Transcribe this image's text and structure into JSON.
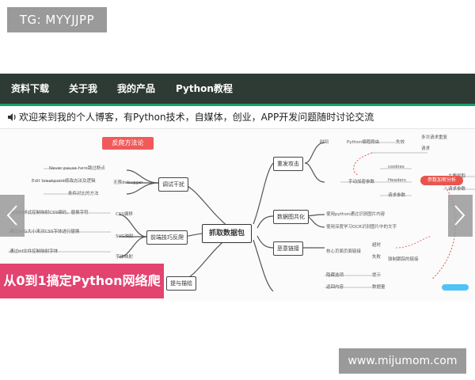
{
  "badges": {
    "tg": "TG: MYYJJPP",
    "url": "www.mijumom.com"
  },
  "nav": {
    "items": [
      {
        "label": "资料下载"
      },
      {
        "label": "关于我"
      },
      {
        "label": "我的产品"
      },
      {
        "label": "Python教程"
      }
    ]
  },
  "announcement": {
    "icon": "speaker-icon",
    "text": "欢迎来到我的个人博客，有Python技术，自媒体，创业，APP开发问题随时讨论交流"
  },
  "banner": {
    "top_tag": "反爬方法论",
    "center": "抓取数据包",
    "nodes": {
      "debug": "调试干扰",
      "frontend": "前端技巧反爬",
      "req": "重发攻击",
      "visual": "数据图共化",
      "trap": "恶意链接",
      "bottom": "提与描绘"
    },
    "leaves": [
      "Never pause here跳过断点",
      "Edit breakpoint修改方法及逻辑",
      "条件对比的方法",
      "无限debugger",
      "通过ttf样式控制映射CSS编码，替换字符",
      "通过SVG大小来对CSS字体进行替换",
      "通过ttf文件控制映射字体",
      "CSS偏移",
      "SVG映射",
      "字体映射",
      "时间",
      "Python编程爬虫",
      "失效",
      "多次请求重复",
      "请求",
      "cookies",
      "Headers",
      "手动加密参数",
      "请求参数",
      "使用python通过识别图片内容",
      "使用深度学习OCR识别图片中的文字",
      "超时",
      "失败",
      "核心页面页面链接",
      "强制跟踪的链接",
      "隐藏选项",
      "返回内容",
      "提示",
      "数据量",
      "主要抓取",
      "请求参数"
    ],
    "side_tag": "参数加密分析",
    "cta": "从0到1搞定Python网络爬虫"
  },
  "controls": {
    "prev": "chevron-left-icon",
    "next": "chevron-right-icon"
  }
}
